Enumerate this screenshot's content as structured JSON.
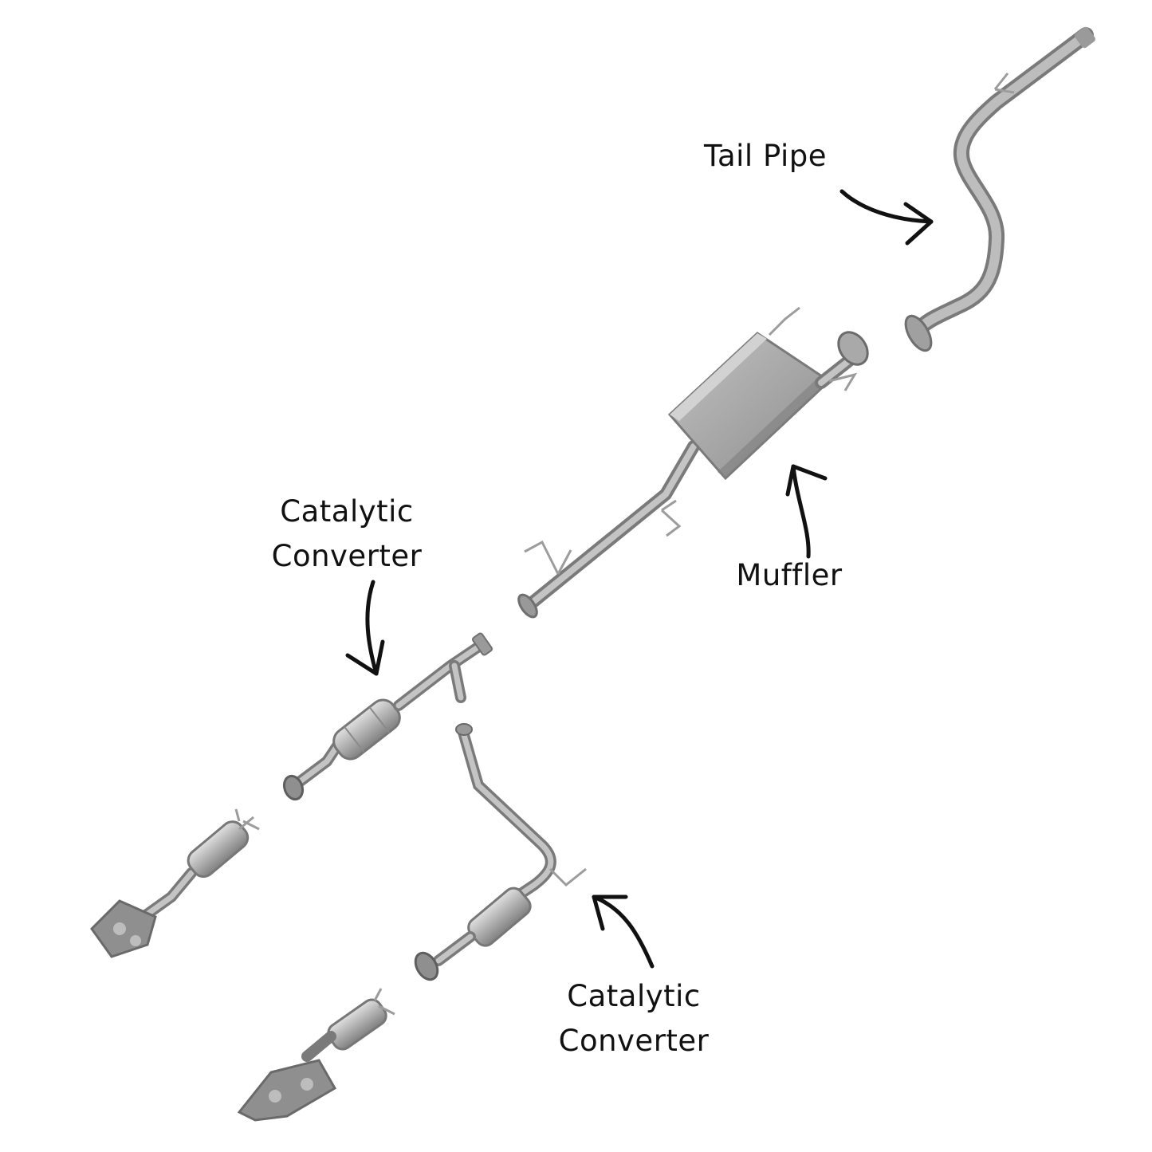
{
  "labels": {
    "tail_pipe": "Tail Pipe",
    "muffler": "Muffler",
    "catalytic_upper": {
      "line1": "Catalytic",
      "line2": "Converter"
    },
    "catalytic_lower": {
      "line1": "Catalytic",
      "line2": "Converter"
    }
  },
  "colors": {
    "metal": "#a6a6a6",
    "metal_dark": "#7d7d7d",
    "metal_light": "#cfcfcf",
    "ink": "#111111",
    "background": "#ffffff"
  }
}
